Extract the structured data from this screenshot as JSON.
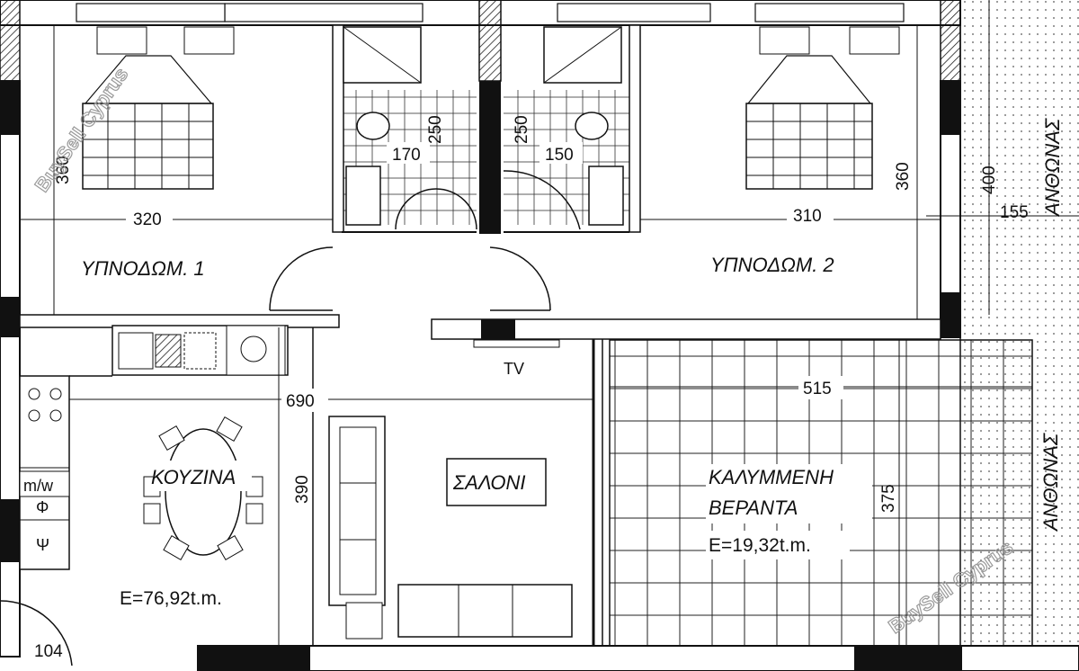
{
  "rooms": {
    "bedroom1": "ΥΠΝΟΔΩΜ. 1",
    "bedroom2": "ΥΠΝΟΔΩΜ. 2",
    "kitchen": "ΚΟΥΖΙΝΑ",
    "living": "ΣΑΛΟΝΙ",
    "veranda_line1": "ΚΑΛΥΜΜΕΝΗ",
    "veranda_line2": "ΒΕΡΑΝΤΑ",
    "garden_top": "ΑΝΘΩΝΑΣ",
    "garden_bottom": "ΑΝΘΩΝΑΣ"
  },
  "areas": {
    "total": "E=76,92t.m.",
    "veranda": "E=19,32t.m."
  },
  "dimensions": {
    "bed1_width": "320",
    "bed1_depth": "360",
    "bath1_width": "170",
    "bath1_depth": "250",
    "bath2_depth": "250",
    "bath2_width": "150",
    "bed2_width": "310",
    "bed2_depth": "360",
    "garden_depth": "400",
    "garden_width": "155",
    "kitchen_width": "690",
    "kitchen_depth": "390",
    "veranda_width": "515",
    "veranda_depth": "375",
    "door_corner": "104"
  },
  "fixtures": {
    "tv": "TV",
    "microwave": "m/w",
    "fridge": "Φ",
    "freezer": "Ψ"
  },
  "watermark": "BuySell Cyprus"
}
